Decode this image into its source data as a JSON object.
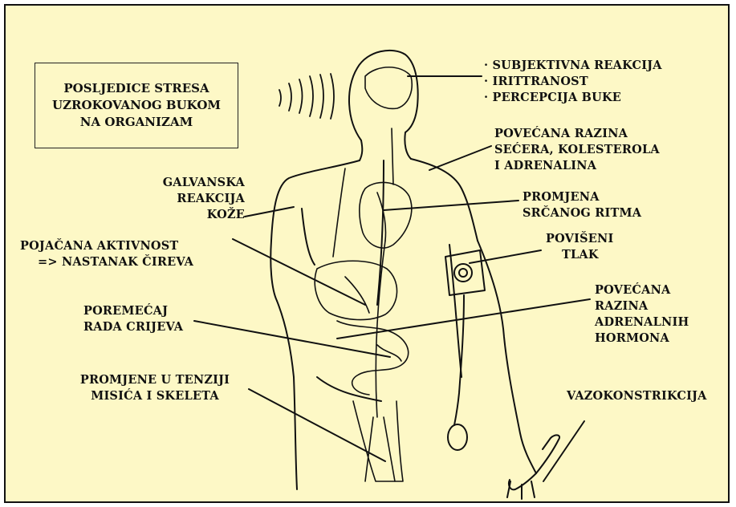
{
  "title_lines": [
    "POSLJEDICE STRESA",
    "UZROKOVANOG BUKOM",
    "NA ORGANIZAM"
  ],
  "labels": {
    "head": [
      "· SUBJEKTIVNA REAKCIJA",
      "· IRITTRANOST",
      "· PERCEPCIJA BUKE"
    ],
    "sugar": [
      "POVEĆANA RAZINA",
      "SEĆERA, KOLESTEROLA",
      "I ADRENALINA"
    ],
    "skin": [
      "GALVANSKA",
      "REAKCIJA",
      "KOŽE"
    ],
    "rhythm": [
      "PROMJENA",
      "SRČANOG RITMA"
    ],
    "ulcer": [
      "POJAČANA AKTIVNOST",
      "=> NASTANAK ČIREVA"
    ],
    "pressure": [
      "POVIŠENI",
      "TLAK"
    ],
    "bowel": [
      "POREMEĆAJ",
      "RADA CRIJEVA"
    ],
    "hormones": [
      "POVEĆANA",
      "RAZINA",
      "ADRENALNIH",
      "HORMONA"
    ],
    "muscle": [
      "PROMJENE U TENZIJI",
      "MISIĆA I SKELETA"
    ],
    "vaso": [
      "VAZOKONSTRIKCIJA"
    ]
  },
  "colors": {
    "background": "#fdf8c6",
    "ink": "#111111"
  }
}
